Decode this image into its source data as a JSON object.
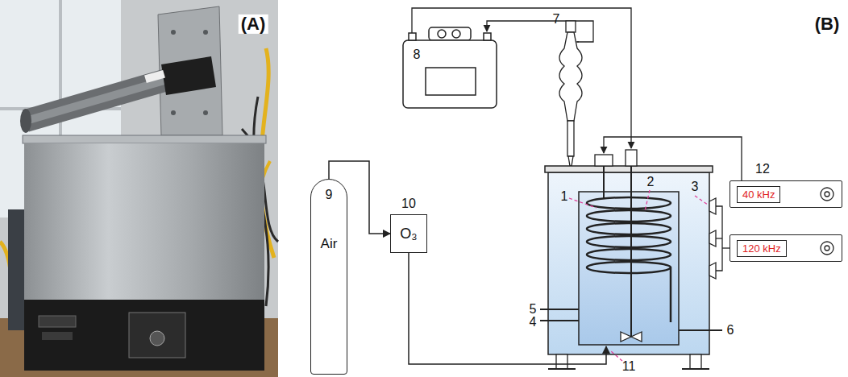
{
  "diagram": {
    "nodes": [
      {
        "text": [
          "Air"
        ]
      },
      {
        "text": [
          "O₃"
        ]
      },
      {
        "text": [
          "40 kHz"
        ]
      },
      {
        "text": [
          "120 kHz"
        ]
      }
    ],
    "edges": [
      {
        "from": 0,
        "to": 1,
        "arrow": "to"
      }
    ],
    "labels": [
      "(A)",
      "(B)",
      "1",
      "2",
      "3",
      "4",
      "5",
      "6",
      "7",
      "8",
      "9",
      "10",
      "11",
      "12"
    ]
  }
}
